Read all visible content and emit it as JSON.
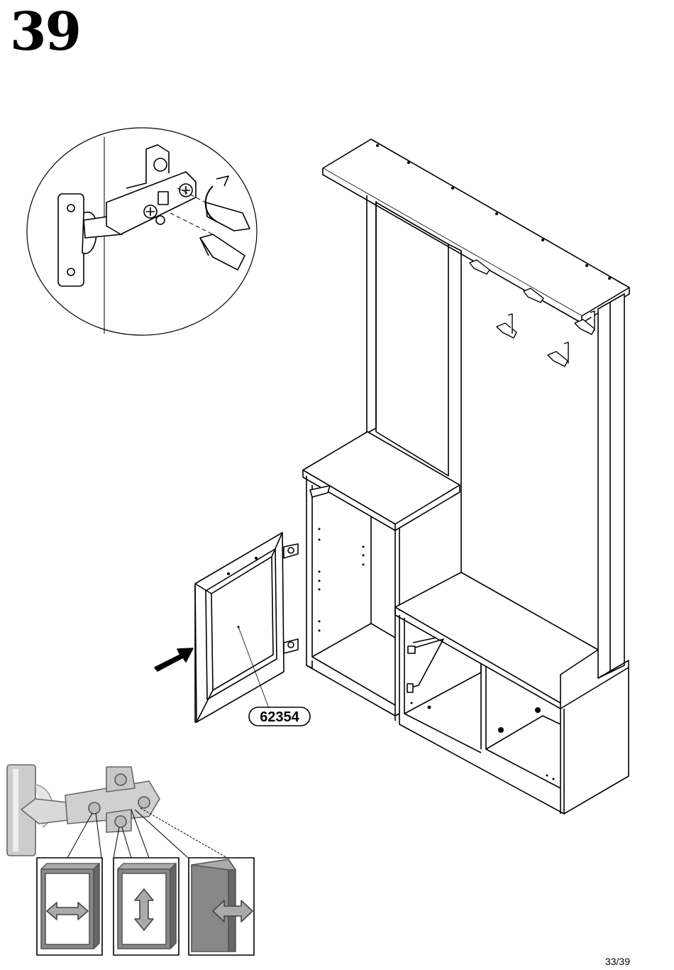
{
  "step": {
    "number": "39"
  },
  "part": {
    "label": "62354"
  },
  "footer": {
    "page": "33/39"
  },
  "icons": {
    "main_drawing": "hallway-wardrobe-assembly-illustration",
    "detail_circle": "hinge-screw-detail",
    "arrow": "insert-door-arrow",
    "adjust_icons": [
      "horizontal-adjust-icon",
      "vertical-adjust-icon",
      "depth-adjust-icon"
    ]
  },
  "colors": {
    "ink": "#000000",
    "gray": "#888888",
    "light_gray": "#cccccc"
  }
}
